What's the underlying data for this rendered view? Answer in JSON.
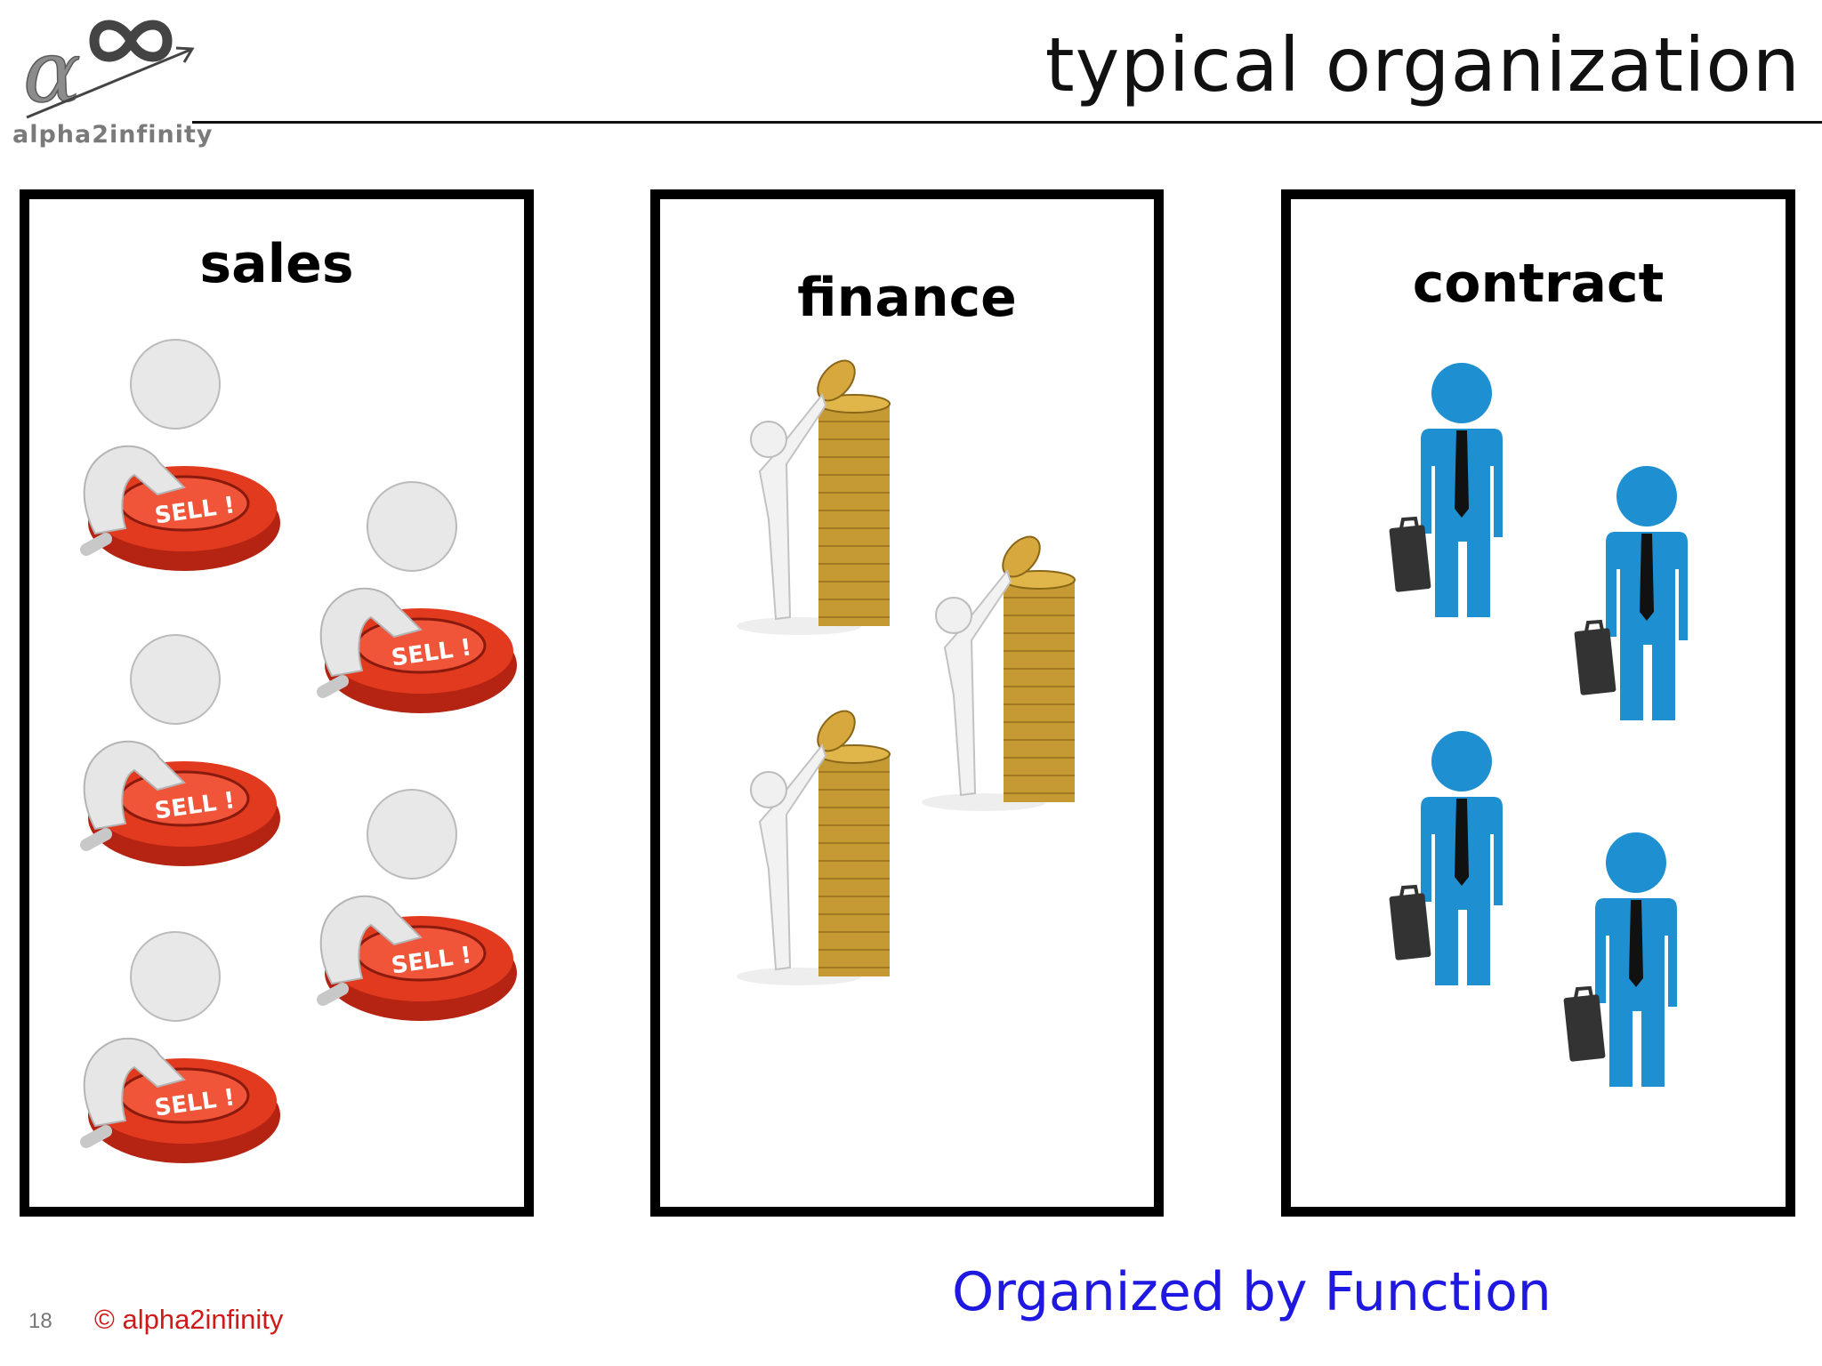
{
  "slide": {
    "title": "typical organization",
    "logo_text": "alpha2infinity",
    "subtitle": "Organized by Function",
    "page_number": "18",
    "copyright": "© alpha2infinity"
  },
  "panels": [
    {
      "id": "sales",
      "label": "sales",
      "figure_count": 5,
      "figure_icon": "figure-pressing-sell-button-icon",
      "button_text": "SELL !"
    },
    {
      "id": "finance",
      "label": "finance",
      "figure_count": 3,
      "figure_icon": "figure-with-coin-stack-icon"
    },
    {
      "id": "contract",
      "label": "contract",
      "figure_count": 4,
      "figure_icon": "businessman-with-briefcase-icon"
    }
  ],
  "colors": {
    "title_text": "#111111",
    "subtitle_text": "#1f18e0",
    "copyright_text": "#d01919",
    "sell_button": "#e23a1f",
    "coins": "#c59a33",
    "businessman": "#1e8fd0"
  }
}
